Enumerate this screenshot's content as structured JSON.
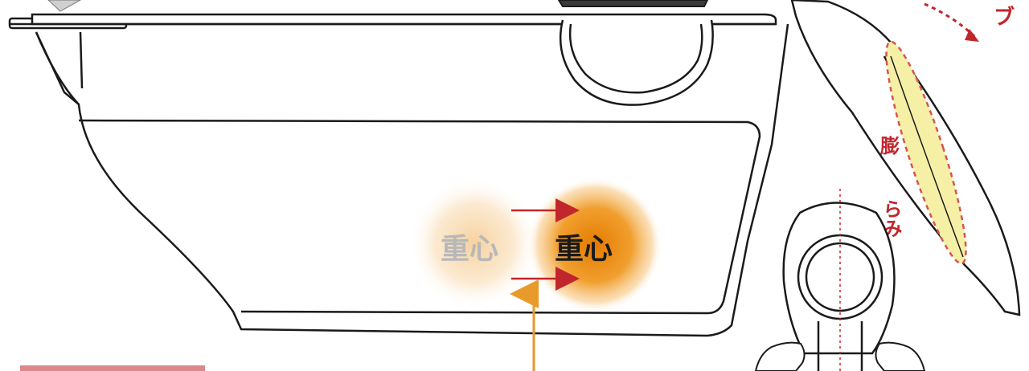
{
  "labels": {
    "cog_before": "重心",
    "cog_after": "重心",
    "bulge_line1": "膨",
    "bulge_line2": "らみ",
    "curve_tail": "ブ"
  },
  "colors": {
    "outline": "#1a1a1a",
    "red_arrow": "#c0262c",
    "red_dash": "#c0262c",
    "orange_arrow": "#e89a2a",
    "orange_glow": "#ee8a10",
    "faded_glow": "#f7c98a",
    "faded_text": "#b8b8b8",
    "bulge_fill": "#f6f0a6",
    "bulge_dash": "#d9534f",
    "page_bg": "#ffffff"
  },
  "icons": {
    "cog_shift_arrow": "arrow-right-icon",
    "upward_arrow": "arrow-up-icon",
    "curved_dash_arrow": "curved-arrow-icon",
    "hand_grip": "hand-icon"
  }
}
